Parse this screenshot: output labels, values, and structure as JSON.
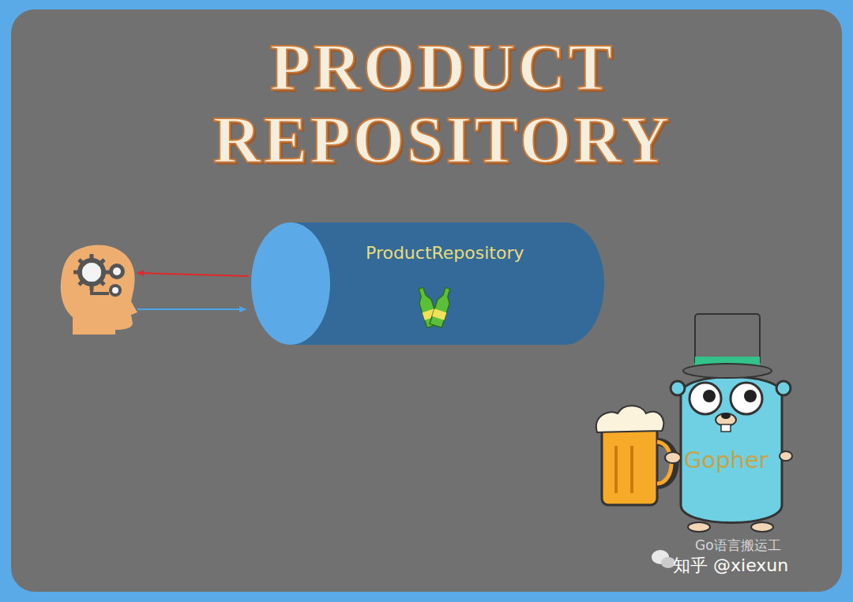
{
  "diagram": {
    "title": "PRODUCT REPOSITORY",
    "nodes": [
      {
        "text": [
          "ProductRepository"
        ]
      }
    ],
    "labels": [
      "Gopher",
      "Go语言搬运工",
      "知乎 @xiexun"
    ]
  }
}
